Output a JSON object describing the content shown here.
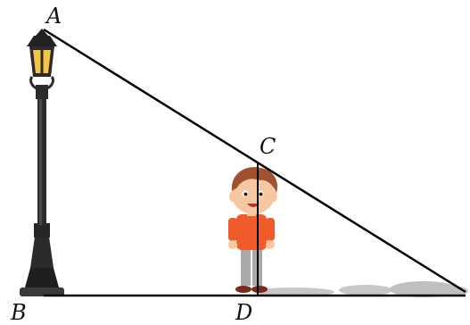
{
  "diagram": {
    "points": {
      "A": "A",
      "B": "B",
      "C": "C",
      "D": "D"
    },
    "colors": {
      "line": "#000000",
      "lamp_glow": "#f5c24a",
      "lamp_metal": "#2b2b2b",
      "shadow": "#9a9a9a",
      "shirt": "#f15a2b",
      "pants": "#a9a9a9",
      "hair": "#a0522d",
      "skin": "#f6c7a1"
    },
    "icons": {
      "lamp": "street-lamp-icon",
      "boy": "boy-figure-icon",
      "shadow": "ground-shadow-icon"
    }
  }
}
